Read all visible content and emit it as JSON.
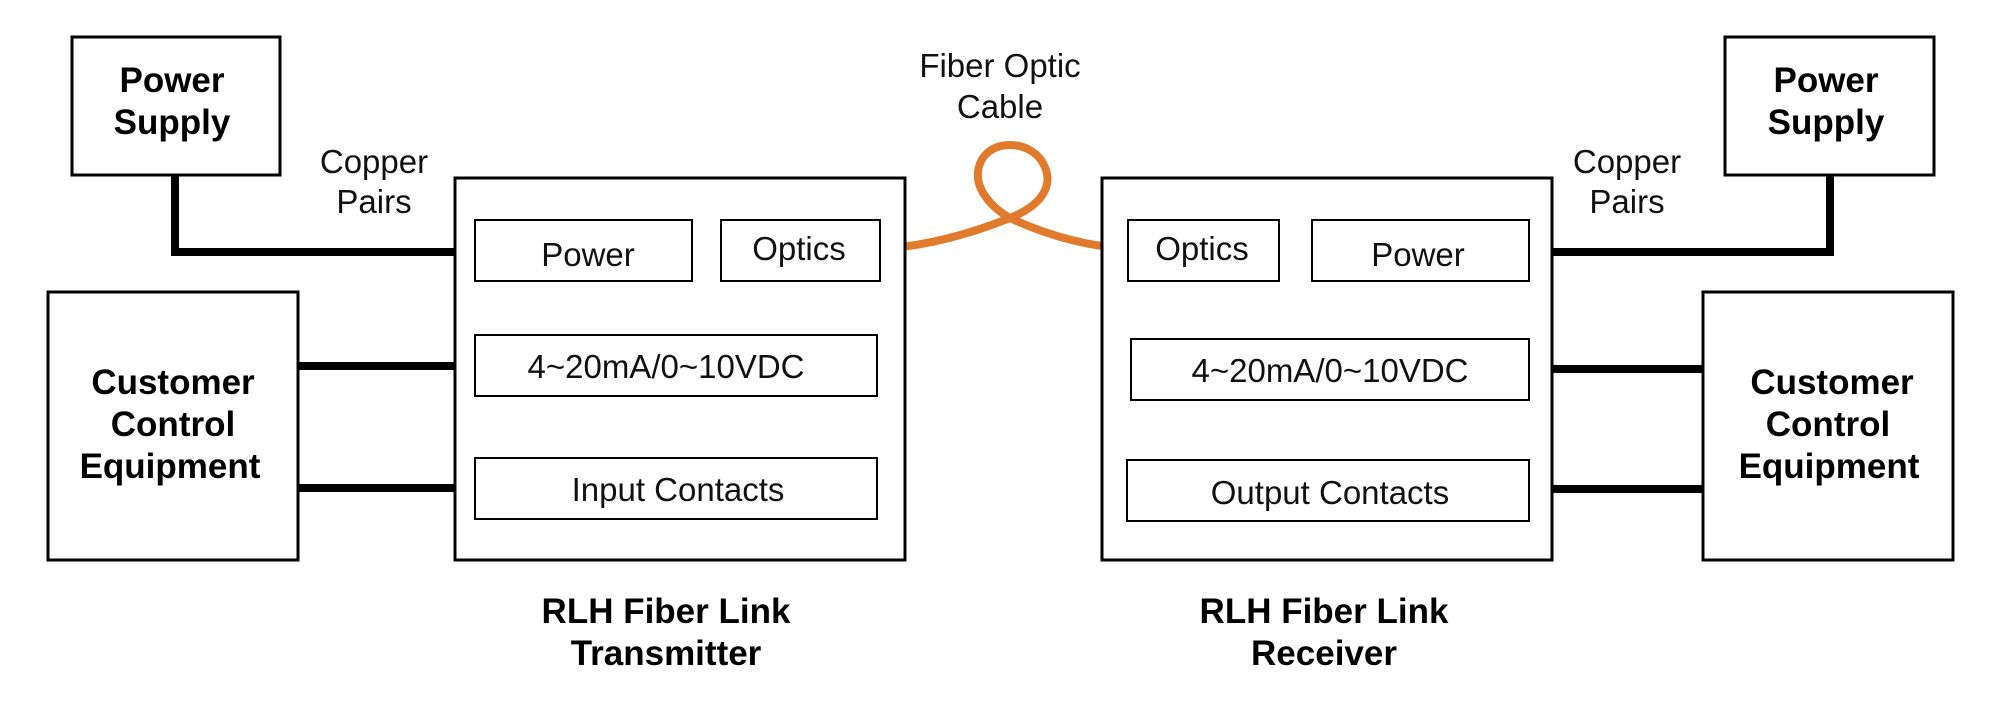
{
  "diagram": {
    "colors": {
      "fiber": "#E07B2E",
      "line": "#000000"
    },
    "transmitter_side": {
      "power_supply": [
        "Power",
        "Supply"
      ],
      "copper_pairs": [
        "Copper",
        "Pairs"
      ],
      "customer_equipment": [
        "Customer",
        "Control",
        "Equipment"
      ],
      "unit": {
        "power": "Power",
        "optics": "Optics",
        "analog": "4~20mA/0~10VDC",
        "contacts": "Input Contacts"
      },
      "caption": [
        "RLH Fiber Link",
        "Transmitter"
      ]
    },
    "fiber_cable": [
      "Fiber Optic",
      "Cable"
    ],
    "receiver_side": {
      "power_supply": [
        "Power",
        "Supply"
      ],
      "copper_pairs": [
        "Copper",
        "Pairs"
      ],
      "customer_equipment": [
        "Customer",
        "Control",
        "Equipment"
      ],
      "unit": {
        "optics": "Optics",
        "power": "Power",
        "analog": "4~20mA/0~10VDC",
        "contacts": "Output Contacts"
      },
      "caption": [
        "RLH Fiber Link",
        "Receiver"
      ]
    }
  }
}
